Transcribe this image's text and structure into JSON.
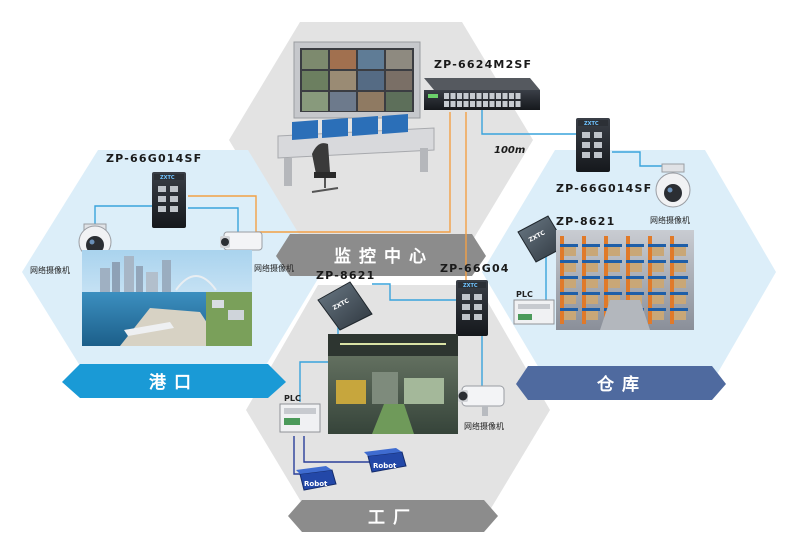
{
  "zones": {
    "monitoring": {
      "label": "监控中心"
    },
    "port": {
      "label": "港口"
    },
    "warehouse": {
      "label": "仓库"
    },
    "factory": {
      "label": "工厂"
    }
  },
  "devices": {
    "core_switch": "ZP-6624M2SF",
    "port_switch": "ZP-66G014SF",
    "warehouse_switch": "ZP-66G014SF",
    "factory_switch": "ZP-66G04",
    "factory_converter": "ZP-8621",
    "warehouse_converter": "ZP-8621"
  },
  "links": {
    "distance": "100m"
  },
  "labels": {
    "camera": "网络摄像机",
    "plc": "PLC",
    "robot": "Robot",
    "brand": "ZXTC"
  },
  "colors": {
    "hex_light": "#dceef9",
    "hex_gray": "#e3e3e3",
    "band_blue": "#1a9ad6",
    "band_slate": "#4f6a9f",
    "band_gray": "#8c8c8c",
    "fiber_orange": "#f2a046",
    "fiber_blue": "#39a3dc"
  }
}
